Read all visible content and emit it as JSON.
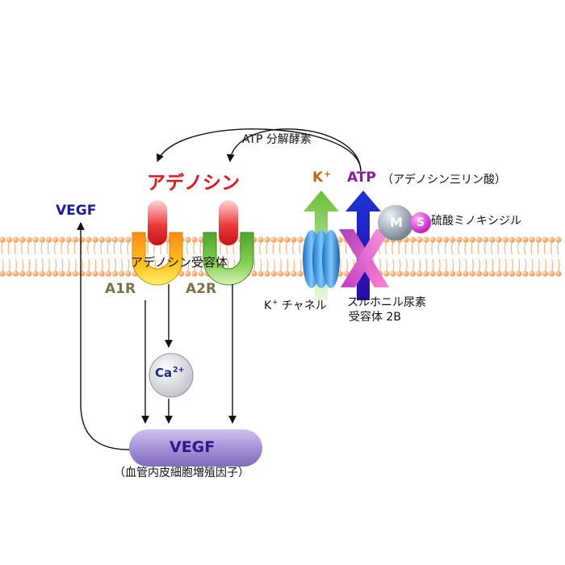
{
  "adenosine": {
    "label": "アデノシン",
    "color": "#e8141c"
  },
  "atp_enzyme": {
    "label": "ATP 分解酵素"
  },
  "receptor": {
    "label": "アデノシン受容体",
    "a1r": {
      "label": "A1R",
      "color": "#f2a400"
    },
    "a2r": {
      "label": "A2R",
      "color": "#5ab23c"
    },
    "subtype_label_color": "#7b7048"
  },
  "vegf_top": {
    "label": "VEGF",
    "color": "#1a1aa6"
  },
  "calcium": {
    "label": "Ca",
    "charge": "2+"
  },
  "vegf_box": {
    "label": "VEGF",
    "caption": "（血管内皮細胞増殖因子）"
  },
  "k_channel": {
    "label": "K",
    "label_sup": "+",
    "name": "チャネル",
    "arrow_color": "#7ac043",
    "label_color": "#c8640a"
  },
  "atp": {
    "label": "ATP",
    "desc": "（アデノシン三リン酸）",
    "color": "#8a1a9a"
  },
  "sur2b": {
    "line1": "スルホニル尿素",
    "line2": "受容体 2B"
  },
  "drug": {
    "m_label": "M",
    "s_label": "S",
    "name": "硫酸ミノキシジル",
    "s_color": "#d81ad8"
  },
  "membrane": {
    "head_color": "#f6a35c"
  }
}
